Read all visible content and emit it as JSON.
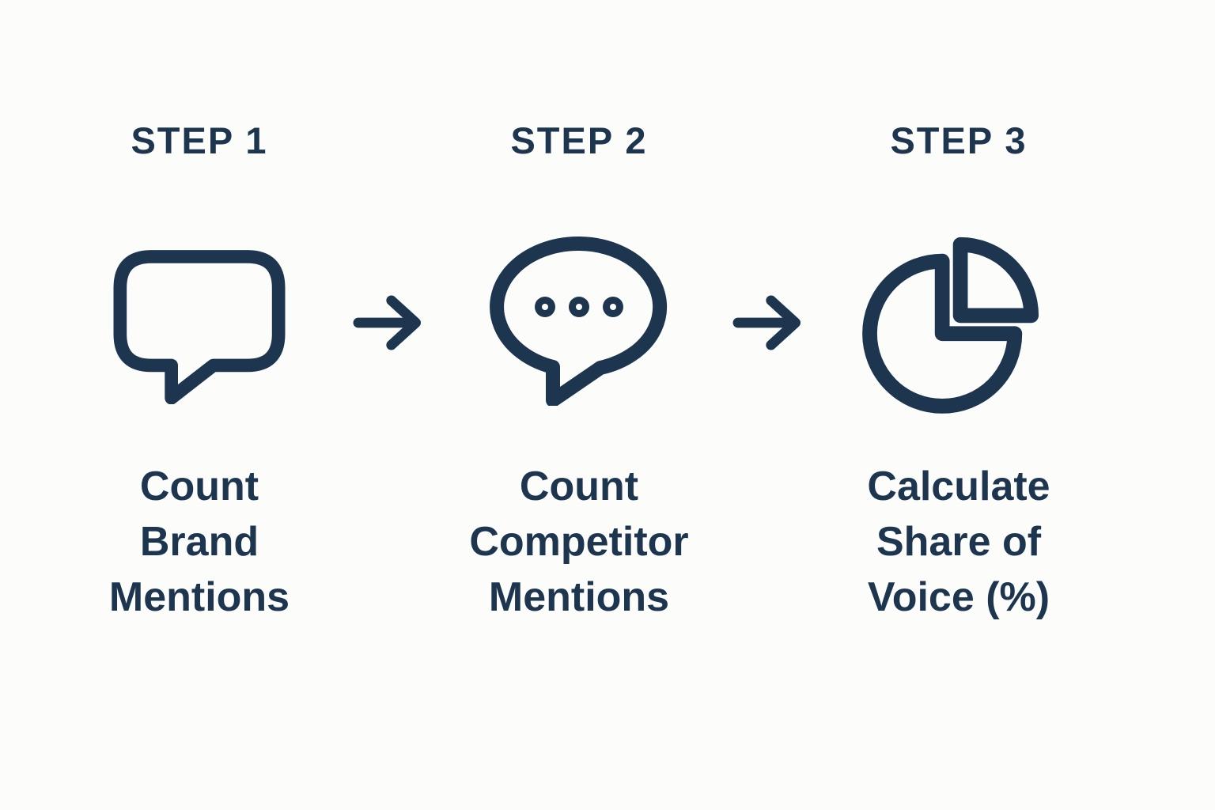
{
  "colors": {
    "ink": "#1e354f",
    "background": "#fcfcfb"
  },
  "steps": [
    {
      "label": "STEP 1",
      "icon": "speech-bubble-icon",
      "caption_lines": [
        "Count",
        "Brand",
        "Mentions"
      ]
    },
    {
      "label": "STEP 2",
      "icon": "speech-bubble-ellipsis-icon",
      "caption_lines": [
        "Count",
        "Competitor",
        "Mentions"
      ]
    },
    {
      "label": "STEP 3",
      "icon": "pie-chart-icon",
      "caption_lines": [
        "Calculate",
        "Share of",
        "Voice (%)"
      ]
    }
  ],
  "arrows": [
    {
      "icon": "right-arrow-icon"
    },
    {
      "icon": "right-arrow-icon"
    }
  ]
}
